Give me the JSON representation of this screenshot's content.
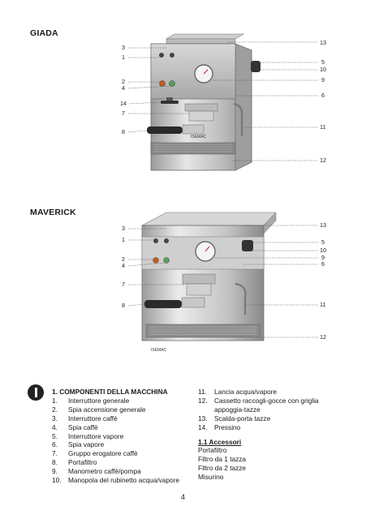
{
  "models": [
    {
      "name": "GIADA",
      "brand": "ISEMAC",
      "callouts_left": [
        "3",
        "1",
        "2",
        "4",
        "14",
        "7",
        "8"
      ],
      "callouts_right": [
        "13",
        "5",
        "10",
        "9",
        "6",
        "11",
        "12"
      ]
    },
    {
      "name": "MAVERICK",
      "brand": "ISEMAC",
      "callouts_left": [
        "3",
        "1",
        "2",
        "4",
        "7",
        "8"
      ],
      "callouts_right": [
        "13",
        "5",
        "10",
        "9",
        "6",
        "11",
        "12"
      ]
    }
  ],
  "components": {
    "title": "1. COMPONENTI DELLA MACCHINA",
    "items_left": [
      {
        "num": "1.",
        "text": "Interruttore generale"
      },
      {
        "num": "2.",
        "text": "Spia accensione generale"
      },
      {
        "num": "3.",
        "text": "Interruttore caffè"
      },
      {
        "num": "4.",
        "text": "Spia caffè"
      },
      {
        "num": "5.",
        "text": "Interruttore vapore"
      },
      {
        "num": "6.",
        "text": "Spia vapore"
      },
      {
        "num": "7.",
        "text": "Gruppo erogatore caffè"
      },
      {
        "num": "8.",
        "text": "Portafiltro"
      },
      {
        "num": "9.",
        "text": "Manometro caffè/pompa"
      },
      {
        "num": "10.",
        "text": "Manopola del rubinetto acqua/vapore"
      }
    ],
    "items_right": [
      {
        "num": "11.",
        "text": "Lancia acqua/vapore",
        "cont": ""
      },
      {
        "num": "12.",
        "text": "Cassetto raccogli-gocce con griglia",
        "cont": "appoggia-tazze"
      },
      {
        "num": "13.",
        "text": "Scalda-porta tazze",
        "cont": ""
      },
      {
        "num": "14.",
        "text": "Pressino",
        "cont": ""
      }
    ]
  },
  "accessories": {
    "title": "1.1 Accessori",
    "items": [
      "Portafiltro",
      "Filtro da 1 tazza",
      "Filtro da 2 tazze",
      "Misurino"
    ]
  },
  "page_number": "4"
}
